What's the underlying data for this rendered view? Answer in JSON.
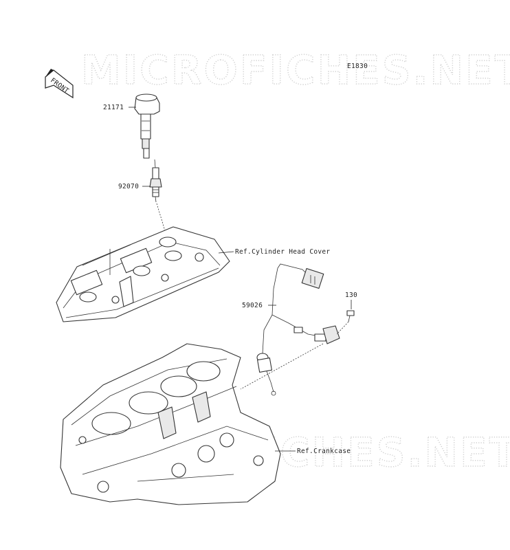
{
  "diagram_code": "E1830",
  "watermark": "MICROFICHES.NET",
  "front_marker": "FRONT",
  "parts": {
    "ignition_coil": "21171",
    "spark_plug": "92070",
    "sensor_harness": "59026",
    "bolt": "130"
  },
  "references": {
    "cylinder_head_cover": "Ref.Cylinder Head Cover",
    "crankcase": "Ref.Crankcase"
  }
}
